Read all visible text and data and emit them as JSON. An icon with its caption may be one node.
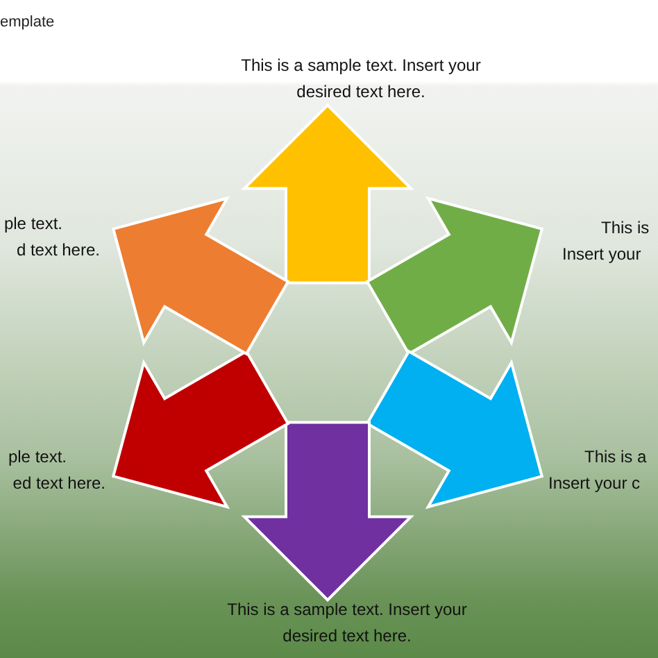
{
  "diagram": {
    "title": "emplate",
    "nodes": [
      {
        "text": [],
        "shape": "arrow",
        "beside": [
          "This is a sample text. Insert your desired text here."
        ]
      },
      {
        "text": [],
        "shape": "arrow",
        "beside": [
          "This is",
          "Insert your"
        ]
      },
      {
        "text": [],
        "shape": "arrow",
        "beside": [
          "This is a",
          "Insert your c"
        ]
      },
      {
        "text": [],
        "shape": "arrow",
        "beside": [
          "This is a sample text. Insert your desired text here."
        ]
      },
      {
        "text": [],
        "shape": "arrow",
        "beside": [
          "ple text.",
          "ed text here."
        ]
      },
      {
        "text": [],
        "shape": "arrow",
        "beside": [
          "ple text.",
          "d text here."
        ]
      }
    ]
  }
}
